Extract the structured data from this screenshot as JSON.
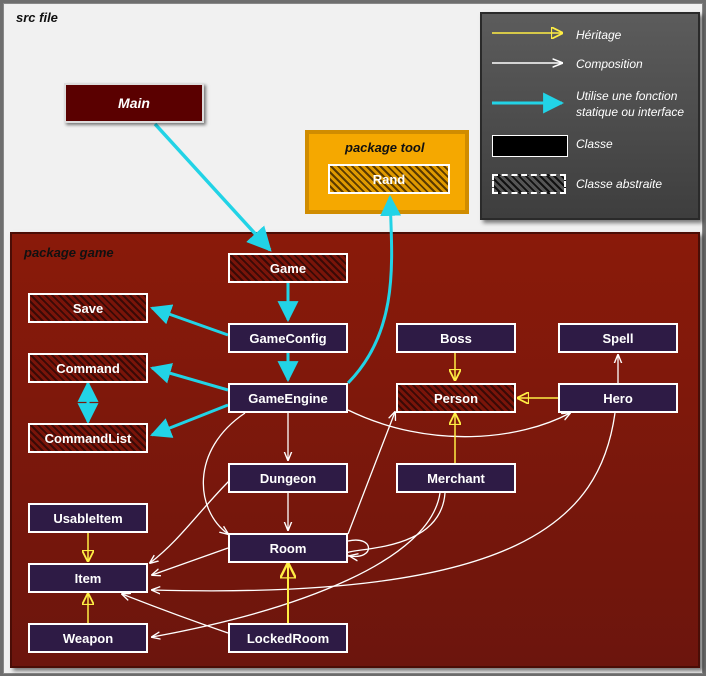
{
  "src_label": "src file",
  "legend": {
    "heritage": "Héritage",
    "composition": "Composition",
    "static_line1": "Utilise une fonction",
    "static_line2": "statique ou interface",
    "classe": "Classe",
    "classe_abstraite": "Classe abstraite"
  },
  "packages": {
    "game": "package game",
    "tool": "package tool"
  },
  "classes": {
    "main": "Main",
    "rand": "Rand",
    "game": "Game",
    "gameconfig": "GameConfig",
    "gameengine": "GameEngine",
    "save": "Save",
    "command": "Command",
    "commandlist": "CommandList",
    "boss": "Boss",
    "spell": "Spell",
    "person": "Person",
    "hero": "Hero",
    "dungeon": "Dungeon",
    "merchant": "Merchant",
    "usableitem": "UsableItem",
    "item": "Item",
    "room": "Room",
    "weapon": "Weapon",
    "lockedroom": "LockedRoom"
  },
  "colors": {
    "heritage": "#ffee44",
    "composition": "#ffffff",
    "static": "#22d3e6"
  }
}
